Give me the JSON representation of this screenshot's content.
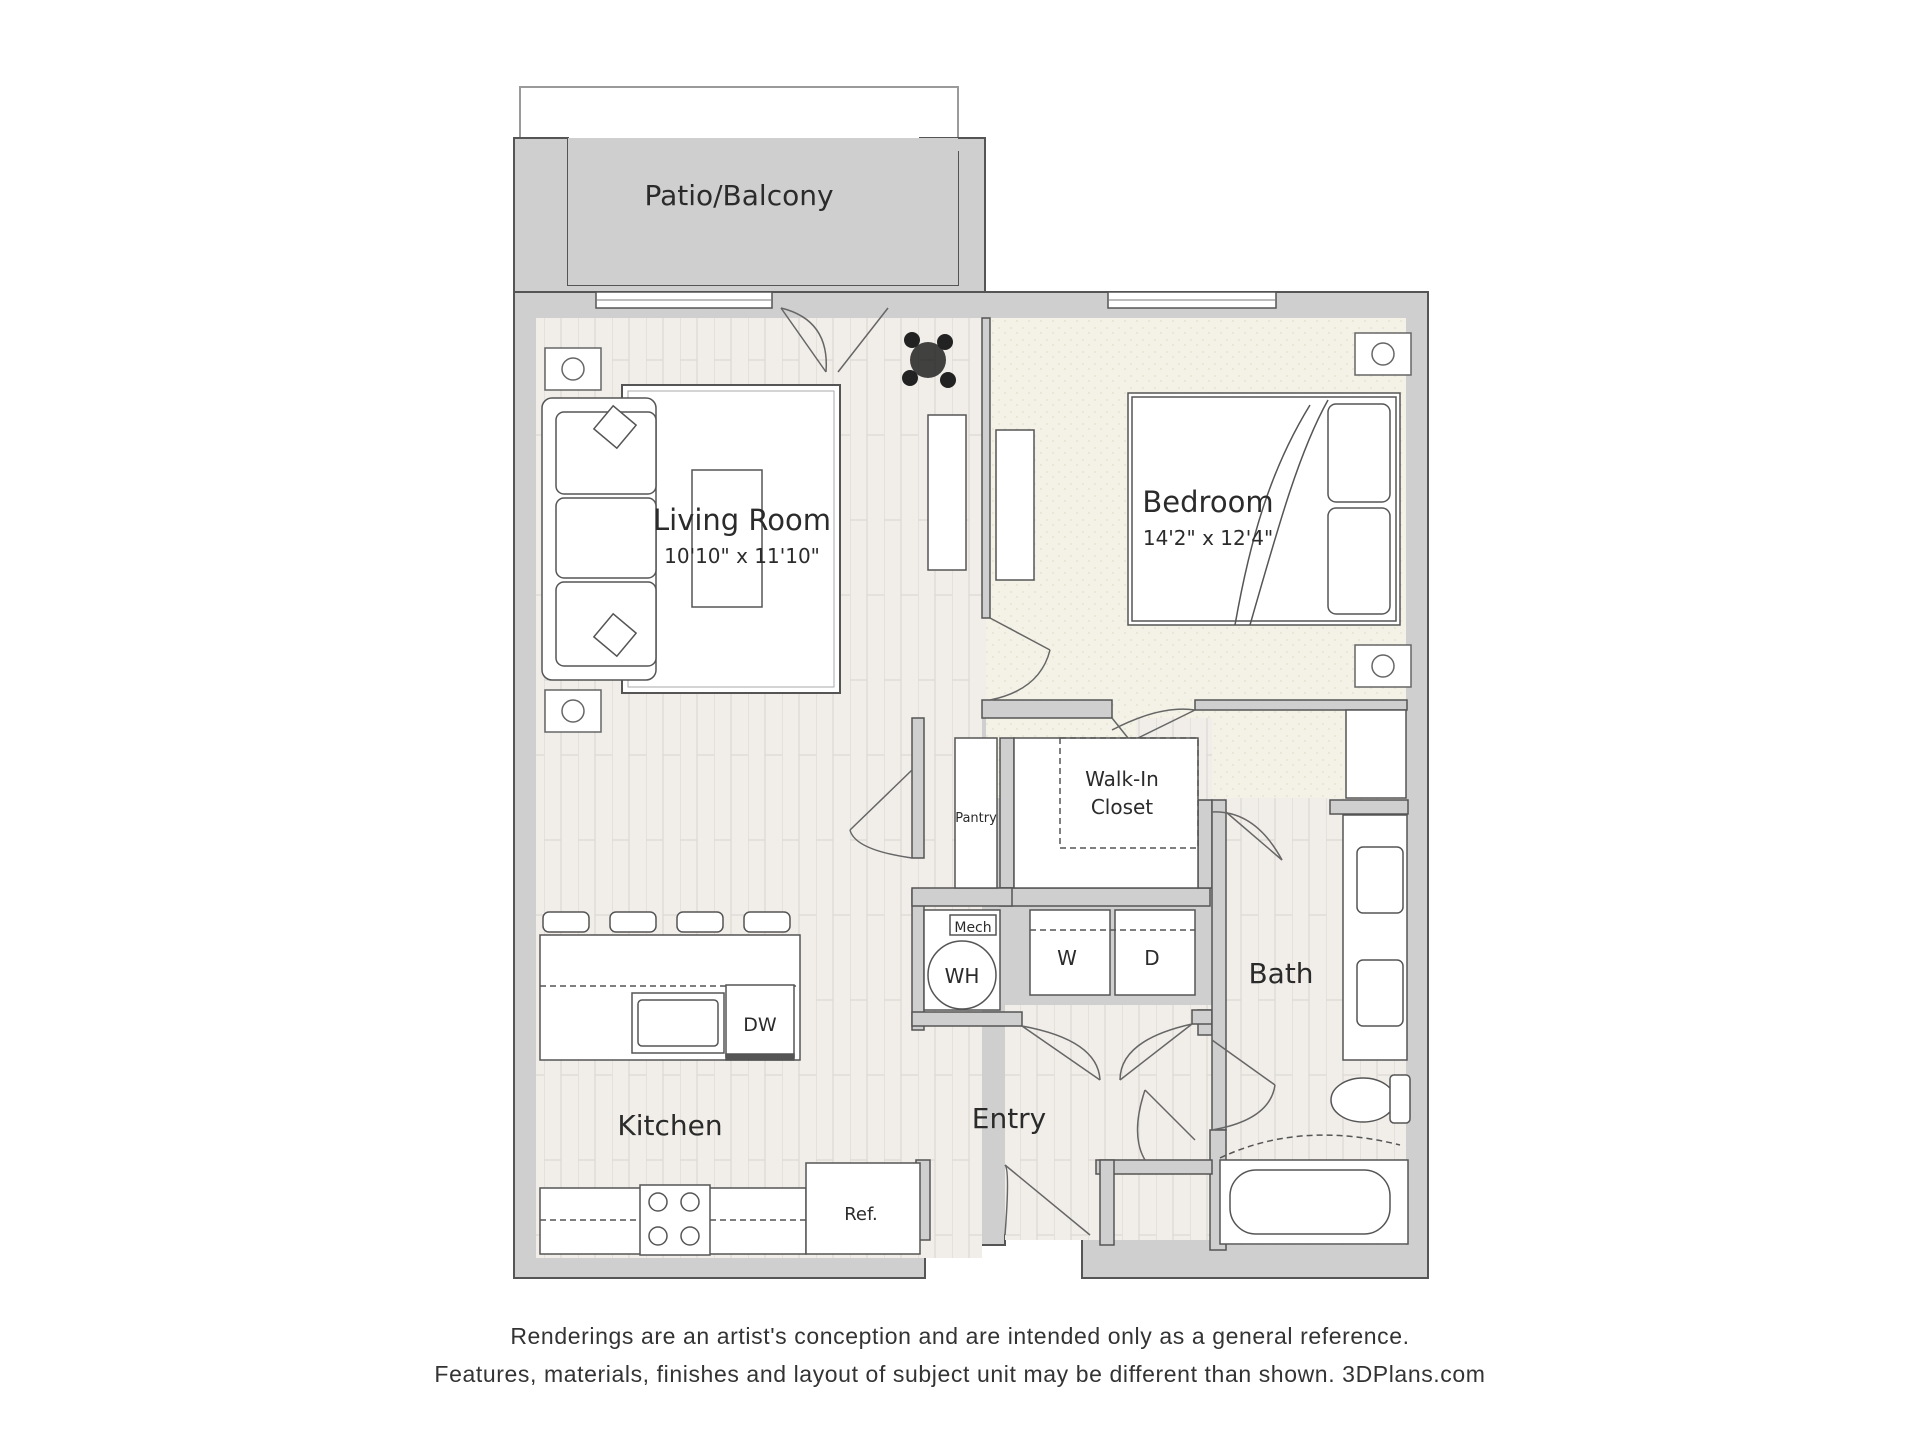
{
  "colors": {
    "wall": "#cfcfcf",
    "wall_outline": "#555555",
    "floor_wood": "#f1eeea",
    "floor_carpet": "#f3f1e4",
    "fixture": "#ffffff",
    "line": "#666666"
  },
  "rooms": {
    "patio": {
      "label": "Patio/Balcony"
    },
    "living": {
      "label": "Living Room",
      "size": "10'10\" x 11'10\""
    },
    "bedroom": {
      "label": "Bedroom",
      "size": "14'2\" x 12'4\""
    },
    "walkin": {
      "label_line1": "Walk-In",
      "label_line2": "Closet"
    },
    "pantry": {
      "label": "Pantry"
    },
    "mech": {
      "label": "Mech"
    },
    "bath": {
      "label": "Bath"
    },
    "kitchen": {
      "label": "Kitchen"
    },
    "entry": {
      "label": "Entry"
    }
  },
  "fixtures": {
    "water_heater": "WH",
    "washer": "W",
    "dryer": "D",
    "dishwasher": "DW",
    "refrigerator": "Ref."
  },
  "icons": [
    "plant-icon",
    "speaker-icon",
    "sink-icon",
    "toilet-icon",
    "bathtub-icon",
    "stove-icon",
    "bed-icon",
    "sofa-icon"
  ],
  "disclaimer": {
    "line1": "Renderings are an artist's conception and are intended only as a general reference.",
    "line2": "Features, materials, finishes and layout of subject unit may be different than shown. 3DPlans.com"
  }
}
